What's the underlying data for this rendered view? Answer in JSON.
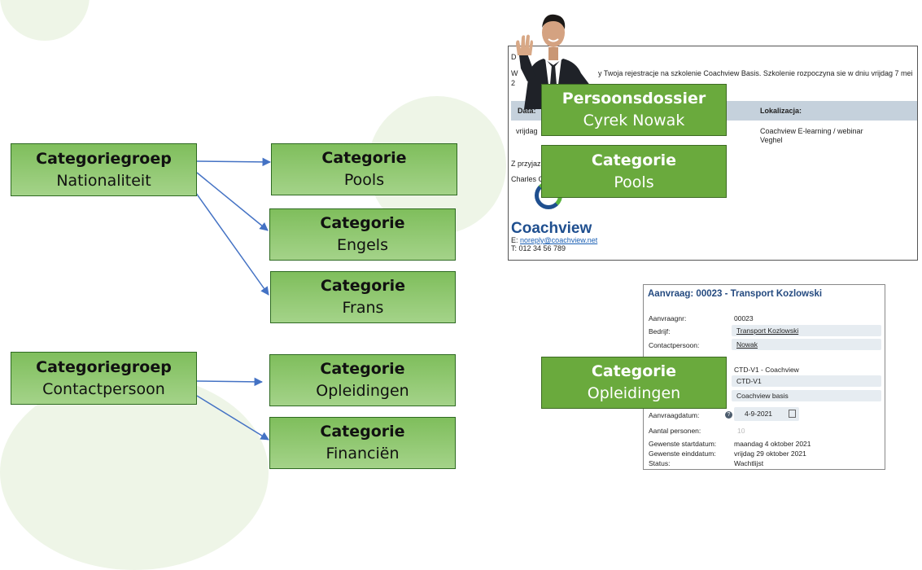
{
  "left_diagram": {
    "groups": [
      {
        "title": "Categoriegroep",
        "name": "Nationaliteit"
      },
      {
        "title": "Categoriegroep",
        "name": "Contactpersoon"
      }
    ],
    "categories": [
      {
        "title": "Categorie",
        "name": "Pools"
      },
      {
        "title": "Categorie",
        "name": "Engels"
      },
      {
        "title": "Categorie",
        "name": "Frans"
      },
      {
        "title": "Categorie",
        "name": "Opleidingen"
      },
      {
        "title": "Categorie",
        "name": "Financiën"
      }
    ]
  },
  "email": {
    "line1_prefix": "D",
    "line2_prefix": "W",
    "line2_text": "y Twoja rejestracje na szkolenie Coachview Basis. Szkolenie rozpoczyna sie w dniu  vrijdag 7 mei",
    "line3_prefix": "2",
    "col_data": "Data:",
    "col_lokalizacja": "Lokalizacja:",
    "row_date": "vrijdag",
    "row_location_1": "Coachview E-learning / webinar",
    "row_location_2": "Veghel",
    "closing": "Z przyjaz",
    "signature": "Charles C",
    "logo": "Coachview",
    "email_prefix": "E:",
    "email_address": "noreply@coachview.net",
    "phone": "T: 012 34 56 789"
  },
  "overlays": {
    "persoonsdossier": {
      "title": "Persoonsdossier",
      "name": "Cyrek Nowak"
    },
    "email_category": {
      "title": "Categorie",
      "name": "Pools"
    },
    "form_category": {
      "title": "Categorie",
      "name": "Opleidingen"
    }
  },
  "form": {
    "title": "Aanvraag: 00023 - Transport Kozlowski",
    "aanvraagnr_label": "Aanvraagnr:",
    "aanvraagnr_value": "00023",
    "bedrijf_label": "Bedrijf:",
    "bedrijf_value": "Transport Kozlowski",
    "contact_label": "Contactpersoon:",
    "contact_value": "Nowak",
    "course_code": "CTD-V1 - Coachview",
    "course_field": "CTD-V1",
    "course_name": "Coachview basis",
    "date_label": "Aanvraagdatum:",
    "date_value": "4-9-2021",
    "persons_label": "Aantal personen:",
    "persons_value": "10",
    "start_label": "Gewenste startdatum:",
    "start_value": "maandag 4 oktober 2021",
    "end_label": "Gewenste einddatum:",
    "end_value": "vrijdag 29 oktober 2021",
    "status_label": "Status:",
    "status_value": "Wachtlijst"
  },
  "colors": {
    "box_green": "#a4d389",
    "overlay_green": "#6aaa3d",
    "arrow_blue": "#4472c4"
  }
}
